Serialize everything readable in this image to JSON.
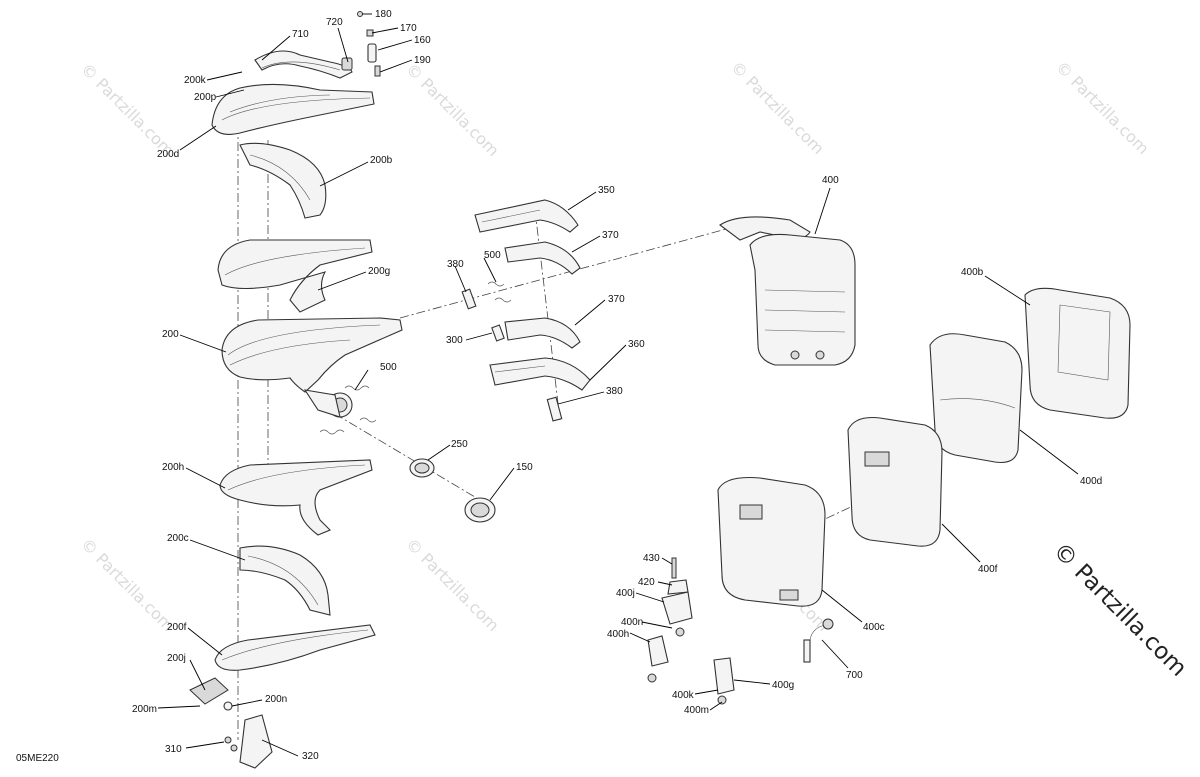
{
  "diagram": {
    "drawing_code": "05ME220",
    "watermark": "© Partzilla.com",
    "watermark_main": "© Partzilla.com"
  },
  "labels": {
    "p180": "180",
    "p720": "720",
    "p170": "170",
    "p710": "710",
    "p160": "160",
    "p190": "190",
    "p200k": "200k",
    "p200p": "200p",
    "p200d": "200d",
    "p200b": "200b",
    "p200g": "200g",
    "p200": "200",
    "p200h": "200h",
    "p200c": "200c",
    "p200f": "200f",
    "p200j": "200j",
    "p200m": "200m",
    "p200n": "200n",
    "p310": "310",
    "p320": "320",
    "p350": "350",
    "p370a": "370",
    "p380a": "380",
    "p500a": "500",
    "p370b": "370",
    "p300": "300",
    "p360": "360",
    "p500b": "500",
    "p380b": "380",
    "p250": "250",
    "p150": "150",
    "p400": "400",
    "p400b": "400b",
    "p400d": "400d",
    "p400f": "400f",
    "p400c": "400c",
    "p430": "430",
    "p420": "420",
    "p400j": "400j",
    "p400n": "400n",
    "p400h": "400h",
    "p700": "700",
    "p400g": "400g",
    "p400k": "400k",
    "p400m": "400m"
  }
}
